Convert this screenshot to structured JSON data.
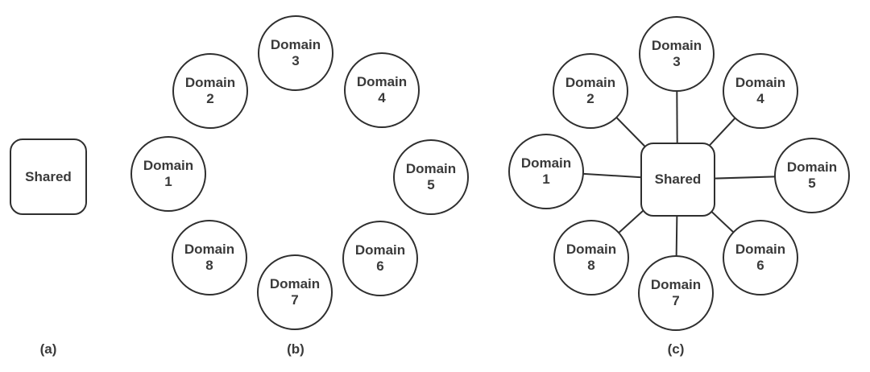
{
  "panel_a": {
    "caption": "(a)",
    "box_label": "Shared"
  },
  "panel_b": {
    "caption": "(b)",
    "nodes": [
      {
        "name": "Domain",
        "number": "1"
      },
      {
        "name": "Domain",
        "number": "2"
      },
      {
        "name": "Domain",
        "number": "3"
      },
      {
        "name": "Domain",
        "number": "4"
      },
      {
        "name": "Domain",
        "number": "5"
      },
      {
        "name": "Domain",
        "number": "6"
      },
      {
        "name": "Domain",
        "number": "7"
      },
      {
        "name": "Domain",
        "number": "8"
      }
    ]
  },
  "panel_c": {
    "caption": "(c)",
    "hub_label": "Shared",
    "nodes": [
      {
        "name": "Domain",
        "number": "1"
      },
      {
        "name": "Domain",
        "number": "2"
      },
      {
        "name": "Domain",
        "number": "3"
      },
      {
        "name": "Domain",
        "number": "4"
      },
      {
        "name": "Domain",
        "number": "5"
      },
      {
        "name": "Domain",
        "number": "6"
      },
      {
        "name": "Domain",
        "number": "7"
      },
      {
        "name": "Domain",
        "number": "8"
      }
    ]
  },
  "colors": {
    "stroke": "#2f2f2f",
    "text": "#3a3a3a",
    "background": "#ffffff"
  }
}
